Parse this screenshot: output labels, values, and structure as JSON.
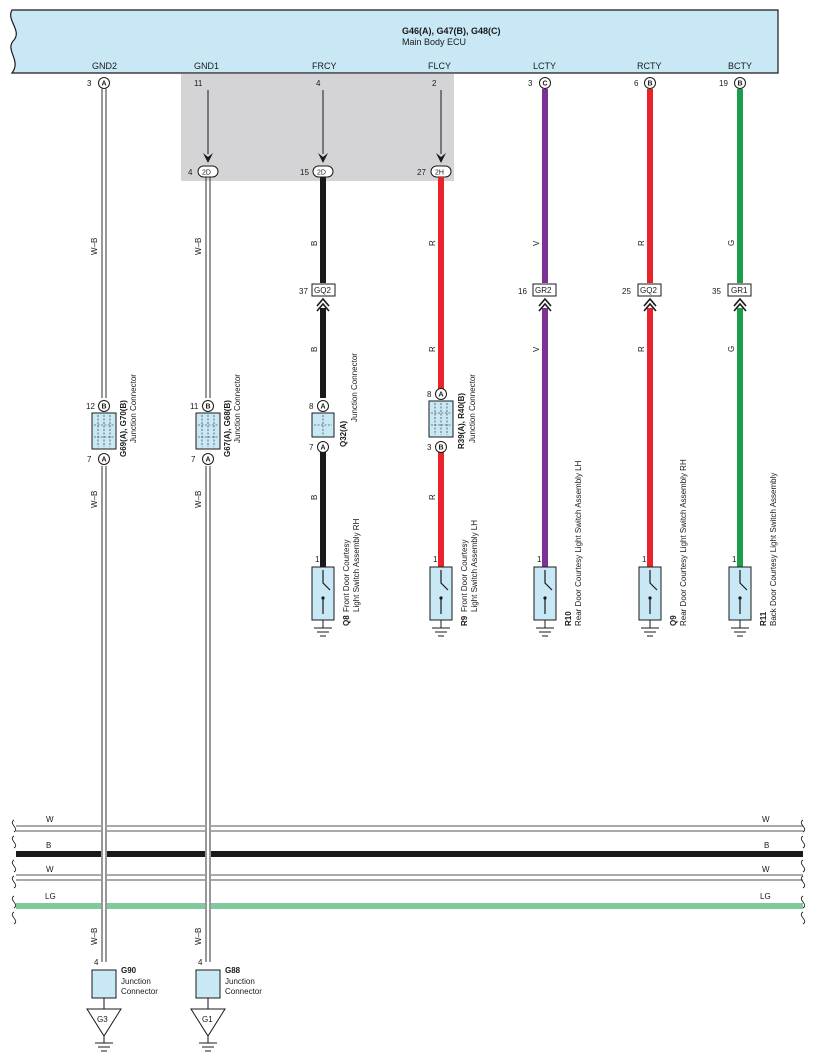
{
  "ecu": {
    "title": "G46(A), G47(B), G48(C)",
    "subtitle": "Main Body ECU",
    "fill": "#c8e8f5"
  },
  "colors": {
    "black": "#1a1a1a",
    "red": "#e8232a",
    "violet": "#7b3294",
    "green": "#1a9e4a",
    "light_green": "#7fc99a",
    "gray_box": "#d4d4d6",
    "connector_fill": "#c8e8f5"
  },
  "pins": [
    {
      "id": "gnd2",
      "label": "GND2",
      "pin": "3",
      "badge": "A"
    },
    {
      "id": "gnd1",
      "label": "GND1",
      "pin": "11",
      "badge": ""
    },
    {
      "id": "frcy",
      "label": "FRCY",
      "pin": "4",
      "badge": ""
    },
    {
      "id": "flcy",
      "label": "FLCY",
      "pin": "2",
      "badge": ""
    },
    {
      "id": "lcty",
      "label": "LCTY",
      "pin": "3",
      "badge": "C"
    },
    {
      "id": "rcty",
      "label": "RCTY",
      "pin": "6",
      "badge": "B"
    },
    {
      "id": "bcty",
      "label": "BCTY",
      "pin": "19",
      "badge": "B"
    }
  ],
  "inline_connectors": [
    {
      "pin": "4",
      "code": "2D"
    },
    {
      "pin": "15",
      "code": "2D"
    },
    {
      "pin": "27",
      "code": "2H"
    }
  ],
  "wire_colors": {
    "gnd2_upper": "W–B",
    "gnd1_upper": "W–B",
    "frcy_upper": "B",
    "flcy_upper": "R",
    "lcty_upper": "V",
    "rcty_upper": "R",
    "bcty_upper": "G",
    "frcy_mid": "B",
    "flcy_mid": "R",
    "lcty_mid": "V",
    "rcty_mid": "R",
    "bcty_mid": "G",
    "gnd2_mid": "W–B",
    "gnd1_mid": "W–B",
    "frcy_lower": "B",
    "flcy_lower": "R",
    "gnd2_bottom": "W–B",
    "gnd1_bottom": "W–B"
  },
  "gq_connectors": [
    {
      "pin": "37",
      "code": "GQ2"
    },
    {
      "pin": "16",
      "code": "GR2"
    },
    {
      "pin": "25",
      "code": "GQ2"
    },
    {
      "pin": "35",
      "code": "GR1"
    }
  ],
  "junctions": [
    {
      "id": "g69",
      "top_pin": "12",
      "top_badge": "B",
      "bottom_pin": "7",
      "bottom_badge": "A",
      "name": "G69(A), G70(B)",
      "desc": "Junction Connector"
    },
    {
      "id": "g67",
      "top_pin": "11",
      "top_badge": "B",
      "bottom_pin": "7",
      "bottom_badge": "A",
      "name": "G67(A), G68(B)",
      "desc": "Junction Connector"
    },
    {
      "id": "q32",
      "top_pin": "8",
      "top_badge": "A",
      "bottom_pin": "7",
      "bottom_badge": "A",
      "name": "Q32(A)",
      "desc": "Junction Connector"
    },
    {
      "id": "r39",
      "top_pin": "8",
      "top_badge": "A",
      "bottom_pin": "3",
      "bottom_badge": "B",
      "name": "R39(A), R40(B)",
      "desc": "Junction Connector"
    }
  ],
  "switches": [
    {
      "id": "q8",
      "pin": "1",
      "code": "Q8",
      "line1": "Front Door Courtesy",
      "line2": "Light Switch Assembly RH"
    },
    {
      "id": "r9",
      "pin": "1",
      "code": "R9",
      "line1": "Front Door Courtesy",
      "line2": "Light Switch Assembly LH"
    },
    {
      "id": "r10",
      "pin": "1",
      "code": "R10",
      "line1": "Rear Door Courtesy Light Switch Assembly LH",
      "line2": ""
    },
    {
      "id": "q9",
      "pin": "1",
      "code": "Q9",
      "line1": "Rear Door Courtesy Light Switch Assembly RH",
      "line2": ""
    },
    {
      "id": "r11",
      "pin": "1",
      "code": "R11",
      "line1": "Back Door Courtesy Light Switch Assembly",
      "line2": ""
    }
  ],
  "bus_lines": [
    {
      "label": "W"
    },
    {
      "label": "B"
    },
    {
      "label": "W"
    },
    {
      "label": "LG"
    }
  ],
  "bottom_junctions": [
    {
      "pin": "4",
      "code": "G90",
      "line1": "Junction",
      "line2": "Connector",
      "ground": "G3"
    },
    {
      "pin": "4",
      "code": "G88",
      "line1": "Junction",
      "line2": "Connector",
      "ground": "G1"
    }
  ]
}
